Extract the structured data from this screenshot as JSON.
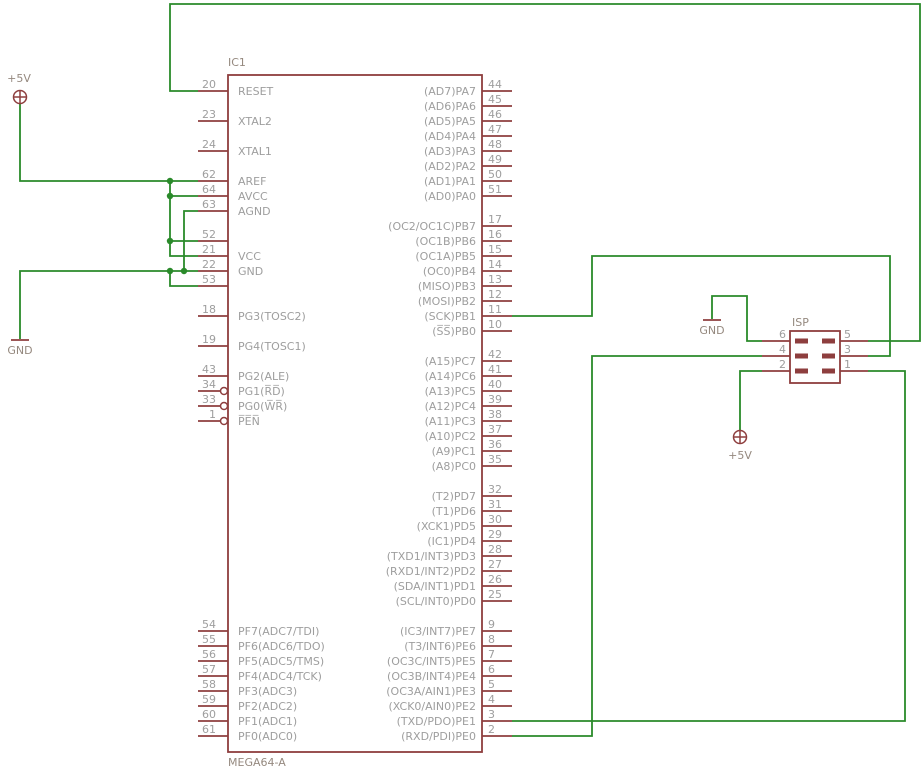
{
  "colors": {
    "symbol": "#8e3e3e",
    "wire": "#2a8a2a",
    "pintext": "#9e9e9e",
    "label": "#95897f"
  },
  "ic": {
    "ref": "IC1",
    "value": "MEGA64-A",
    "left_groups": [
      {
        "pins": [
          {
            "num": "20",
            "name": "RESET"
          },
          {
            "num": "23",
            "name": "XTAL2"
          },
          {
            "num": "24",
            "name": "XTAL1"
          }
        ]
      },
      {
        "pins": [
          {
            "num": "62",
            "name": "AREF"
          },
          {
            "num": "64",
            "name": "AVCC"
          },
          {
            "num": "63",
            "name": "AGND"
          }
        ]
      },
      {
        "pins": [
          {
            "num": "52",
            "name": ""
          },
          {
            "num": "21",
            "name": "VCC"
          },
          {
            "num": "22",
            "name": "GND"
          },
          {
            "num": "53",
            "name": ""
          }
        ]
      },
      {
        "pins": [
          {
            "num": "18",
            "name": "PG3(TOSC2)"
          },
          {
            "num": "19",
            "name": "PG4(TOSC1)"
          }
        ]
      },
      {
        "pins": [
          {
            "num": "43",
            "name": "PG2(ALE)"
          },
          {
            "num": "34",
            "name": "PG1(R̅D̅)",
            "bubble": true
          },
          {
            "num": "33",
            "name": "PG0(W̅R̅)",
            "bubble": true
          },
          {
            "num": "1",
            "name": "P̅E̅N̅",
            "bubble": true
          }
        ]
      },
      {
        "pins": [
          {
            "num": "54",
            "name": "PF7(ADC7/TDI)"
          },
          {
            "num": "55",
            "name": "PF6(ADC6/TDO)"
          },
          {
            "num": "56",
            "name": "PF5(ADC5/TMS)"
          },
          {
            "num": "57",
            "name": "PF4(ADC4/TCK)"
          },
          {
            "num": "58",
            "name": "PF3(ADC3)"
          },
          {
            "num": "59",
            "name": "PF2(ADC2)"
          },
          {
            "num": "60",
            "name": "PF1(ADC1)"
          },
          {
            "num": "61",
            "name": "PF0(ADC0)"
          }
        ]
      }
    ],
    "right_groups": [
      {
        "pins": [
          {
            "num": "44",
            "name": "(AD7)PA7"
          },
          {
            "num": "45",
            "name": "(AD6)PA6"
          },
          {
            "num": "46",
            "name": "(AD5)PA5"
          },
          {
            "num": "47",
            "name": "(AD4)PA4"
          },
          {
            "num": "48",
            "name": "(AD3)PA3"
          },
          {
            "num": "49",
            "name": "(AD2)PA2"
          },
          {
            "num": "50",
            "name": "(AD1)PA1"
          },
          {
            "num": "51",
            "name": "(AD0)PA0"
          }
        ]
      },
      {
        "pins": [
          {
            "num": "17",
            "name": "(OC2/OC1C)PB7"
          },
          {
            "num": "16",
            "name": "(OC1B)PB6"
          },
          {
            "num": "15",
            "name": "(OC1A)PB5"
          },
          {
            "num": "14",
            "name": "(OC0)PB4"
          },
          {
            "num": "13",
            "name": "(MISO)PB3"
          },
          {
            "num": "12",
            "name": "(MOSI)PB2"
          },
          {
            "num": "11",
            "name": "(SCK)PB1"
          },
          {
            "num": "10",
            "name": "(S̅S̅)PB0"
          }
        ]
      },
      {
        "pins": [
          {
            "num": "42",
            "name": "(A15)PC7"
          },
          {
            "num": "41",
            "name": "(A14)PC6"
          },
          {
            "num": "40",
            "name": "(A13)PC5"
          },
          {
            "num": "39",
            "name": "(A12)PC4"
          },
          {
            "num": "38",
            "name": "(A11)PC3"
          },
          {
            "num": "37",
            "name": "(A10)PC2"
          },
          {
            "num": "36",
            "name": "(A9)PC1"
          },
          {
            "num": "35",
            "name": "(A8)PC0"
          }
        ]
      },
      {
        "pins": [
          {
            "num": "32",
            "name": "(T2)PD7"
          },
          {
            "num": "31",
            "name": "(T1)PD6"
          },
          {
            "num": "30",
            "name": "(XCK1)PD5"
          },
          {
            "num": "29",
            "name": "(IC1)PD4"
          },
          {
            "num": "28",
            "name": "(TXD1/INT3)PD3"
          },
          {
            "num": "27",
            "name": "(RXD1/INT2)PD2"
          },
          {
            "num": "26",
            "name": "(SDA/INT1)PD1"
          },
          {
            "num": "25",
            "name": "(SCL/INT0)PD0"
          }
        ]
      },
      {
        "pins": [
          {
            "num": "9",
            "name": "(IC3/INT7)PE7"
          },
          {
            "num": "8",
            "name": "(T3/INT6)PE6"
          },
          {
            "num": "7",
            "name": "(OC3C/INT5)PE5"
          },
          {
            "num": "6",
            "name": "(OC3B/INT4)PE4"
          },
          {
            "num": "5",
            "name": "(OC3A/AIN1)PE3"
          },
          {
            "num": "4",
            "name": "(XCK0/AIN0)PE2"
          },
          {
            "num": "3",
            "name": "(TXD/PDO)PE1"
          },
          {
            "num": "2",
            "name": "(RXD/PDI)PE0"
          }
        ]
      }
    ]
  },
  "isp": {
    "label": "ISP",
    "left_pin_numbers": [
      "6",
      "4",
      "2"
    ],
    "right_pin_numbers": [
      "5",
      "3",
      "1"
    ]
  },
  "power": {
    "vcc_top_left": "+5V",
    "gnd_bottom_left": "GND",
    "gnd_isp": "GND",
    "vcc_isp": "+5V"
  }
}
